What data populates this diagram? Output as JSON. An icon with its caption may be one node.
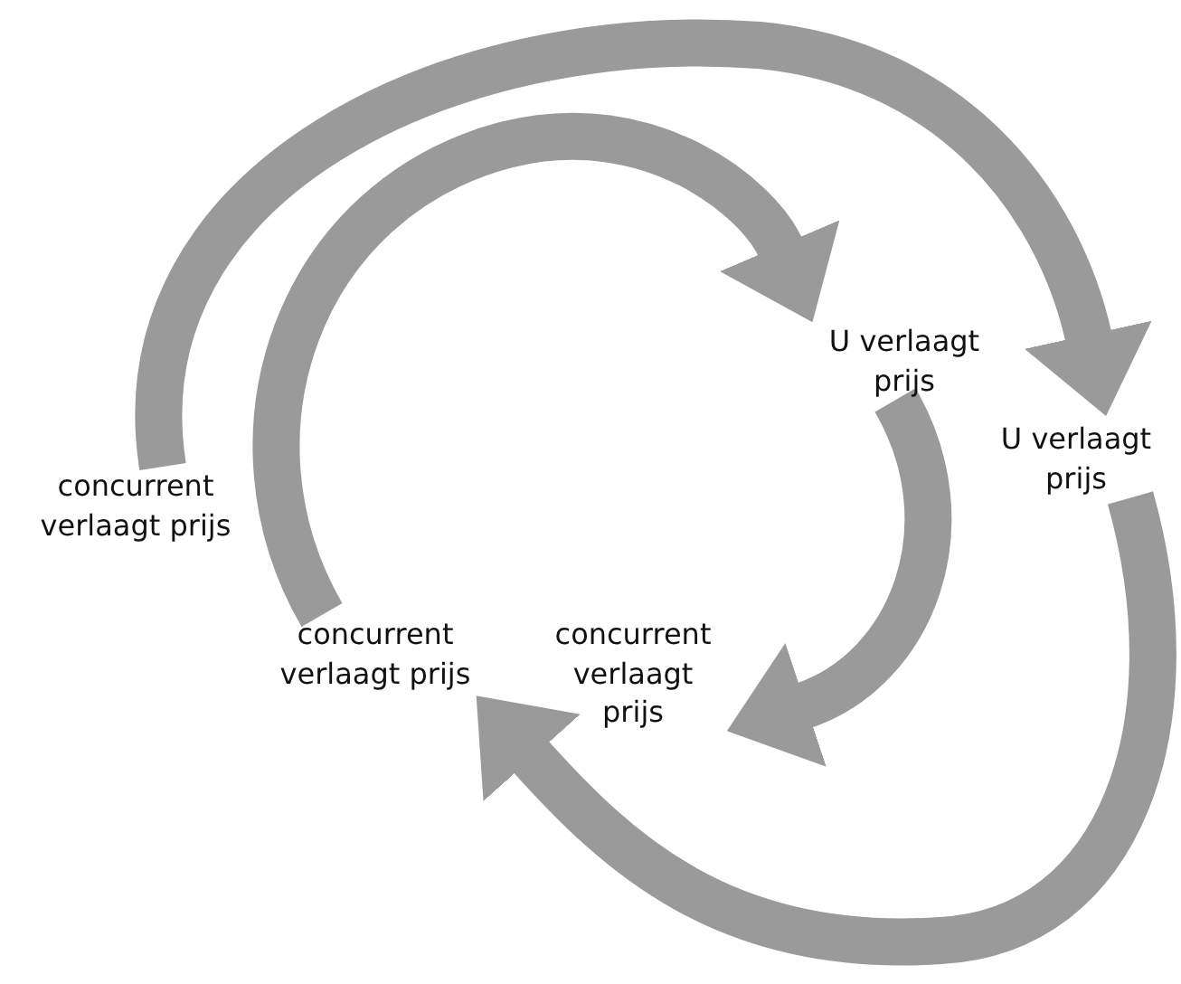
{
  "diagram": {
    "nodes": [
      {
        "text": [
          "concurrent verlaagt prijs"
        ]
      },
      {
        "text": [
          "U verlaagt prijs"
        ]
      },
      {
        "text": [
          "concurrent verlaagt prijs"
        ]
      },
      {
        "text": [
          "U verlaagt prijs"
        ]
      },
      {
        "text": [
          "concurrent verlaagt prijs"
        ]
      }
    ],
    "edges": [
      {
        "from": 0,
        "to": 1,
        "arrow": "to"
      },
      {
        "from": 1,
        "to": 2,
        "arrow": "to"
      },
      {
        "from": 2,
        "to": 3,
        "arrow": "to"
      },
      {
        "from": 3,
        "to": 4,
        "arrow": "to"
      }
    ]
  }
}
